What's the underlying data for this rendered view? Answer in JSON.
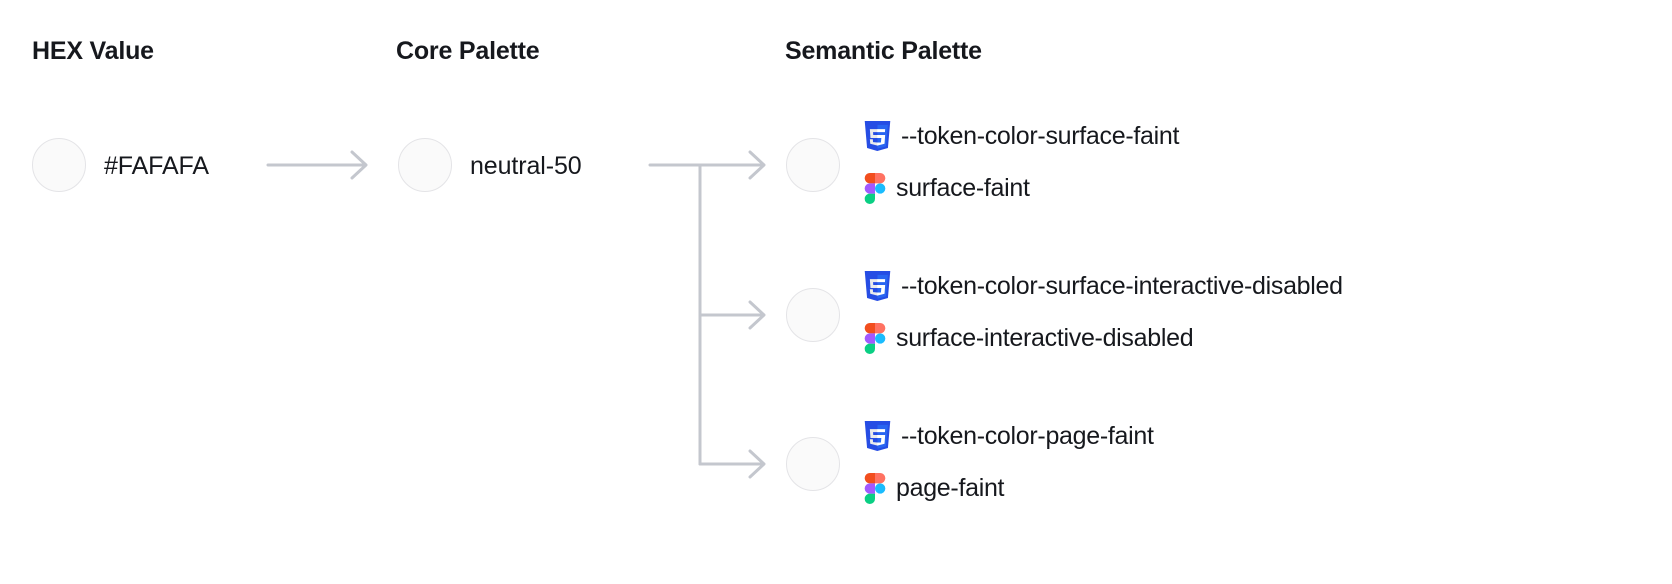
{
  "columns": {
    "hex": {
      "heading": "HEX Value",
      "value": "#FAFAFA",
      "swatch_color": "#FAFAFA"
    },
    "core": {
      "heading": "Core Palette",
      "value": "neutral-50",
      "swatch_color": "#FAFAFA"
    },
    "semantic": {
      "heading": "Semantic Palette"
    }
  },
  "semantic_tokens": [
    {
      "swatch_color": "#FAFAFA",
      "css_icon": "css3-icon",
      "css_token": "--token-color-surface-faint",
      "figma_icon": "figma-icon",
      "figma_token": "surface-faint"
    },
    {
      "swatch_color": "#FAFAFA",
      "css_icon": "css3-icon",
      "css_token": "--token-color-surface-interactive-disabled",
      "figma_icon": "figma-icon",
      "figma_token": "surface-interactive-disabled"
    },
    {
      "swatch_color": "#FAFAFA",
      "css_icon": "css3-icon",
      "css_token": "--token-color-page-faint",
      "figma_icon": "figma-icon",
      "figma_token": "page-faint"
    }
  ],
  "theme": {
    "text_color": "#16181D",
    "connector_color": "#C4C7CE",
    "swatch_border": "#E4E4E7",
    "css_icon_blue": "#2965F1",
    "css_icon_blue_dark": "#264DE4",
    "figma_orange": "#F24E1E",
    "figma_salmon": "#FF7262",
    "figma_purple": "#A259FF",
    "figma_blue": "#1ABCFE",
    "figma_green": "#0ACF83"
  },
  "connectors": {
    "hex_to_core_arrow": "arrow-right-icon",
    "core_to_semantic_branch": "branch-connector",
    "semantic_arrows": [
      "arrow-right-icon",
      "arrow-right-icon",
      "arrow-right-icon"
    ]
  }
}
